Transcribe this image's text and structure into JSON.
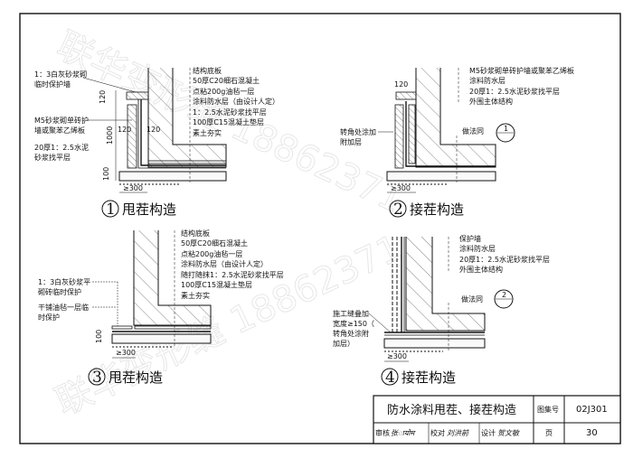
{
  "watermark": "联华变形缝 18862371",
  "detail1": {
    "number": "1",
    "title": "甩茬构造",
    "right_labels": [
      "结构底板",
      "50厚C20细石混凝土",
      "点粘200g油毡一层",
      "涂料防水层（由设计人定）",
      "1：2.5水泥砂浆找平层",
      "100厚C15混凝土垫层",
      "素土夯实"
    ],
    "left_labels": [
      [
        "1：3白灰砂浆砌",
        "临时保护墙"
      ],
      [
        "M5砂浆砌单砖护",
        "墙或聚苯乙烯板"
      ],
      [
        "20厚1：2.5水泥",
        "砂浆找平层"
      ]
    ],
    "dims": {
      "cap": "120",
      "height": "1000",
      "left": "120",
      "right": "120",
      "base": "100",
      "width": "≥300"
    }
  },
  "detail2": {
    "number": "2",
    "title": "接茬构造",
    "right_labels": [
      "M5砂浆砌单砖护墙或聚苯乙烯板",
      "涂料防水层",
      "20厚1：2.5水泥砂浆找平层",
      "外围主体结构"
    ],
    "left_labels": [
      [
        "转角处涂加",
        "附加层"
      ]
    ],
    "ref_text": "做法同",
    "ref_num": "1",
    "dims": {
      "cap": "120",
      "width": "≥300"
    }
  },
  "detail3": {
    "number": "3",
    "title": "甩茬构造",
    "right_labels": [
      "结构底板",
      "50厚C20细石混凝土",
      "点粘200g油毡一层",
      "涂料防水层（由设计人定）",
      "随打随抹1：2.5水泥砂浆找平层",
      "100厚C15混凝土垫层",
      "素土夯实"
    ],
    "left_labels": [
      [
        "1：3白灰砂浆平",
        "砌砖临时保护"
      ],
      [
        "干铺油毡一层临",
        "时保护"
      ]
    ],
    "dims": {
      "base": "100",
      "width": "≥300"
    }
  },
  "detail4": {
    "number": "4",
    "title": "接茬构造",
    "right_labels": [
      "保护墙",
      "涂料防水层",
      "20厚1：2.5水泥砂浆找平层",
      "外围主体结构"
    ],
    "left_labels": [
      [
        "施工缝叠加",
        "宽度≥150（",
        "转角处涂附",
        "加层）"
      ]
    ],
    "ref_text": "做法同",
    "ref_num": "2",
    "dims": {
      "width": "≥300"
    }
  },
  "title_block": {
    "title": "防水涂料甩茬、接茬构造",
    "atlas_label": "图集号",
    "atlas_no": "02J301",
    "review_label": "审核",
    "review_sign": "张ायोम",
    "check_label": "校对",
    "check_sign": "刘洪前",
    "design_label": "设计",
    "design_sign": "贺文敏",
    "page_label": "页",
    "page_no": "30"
  }
}
